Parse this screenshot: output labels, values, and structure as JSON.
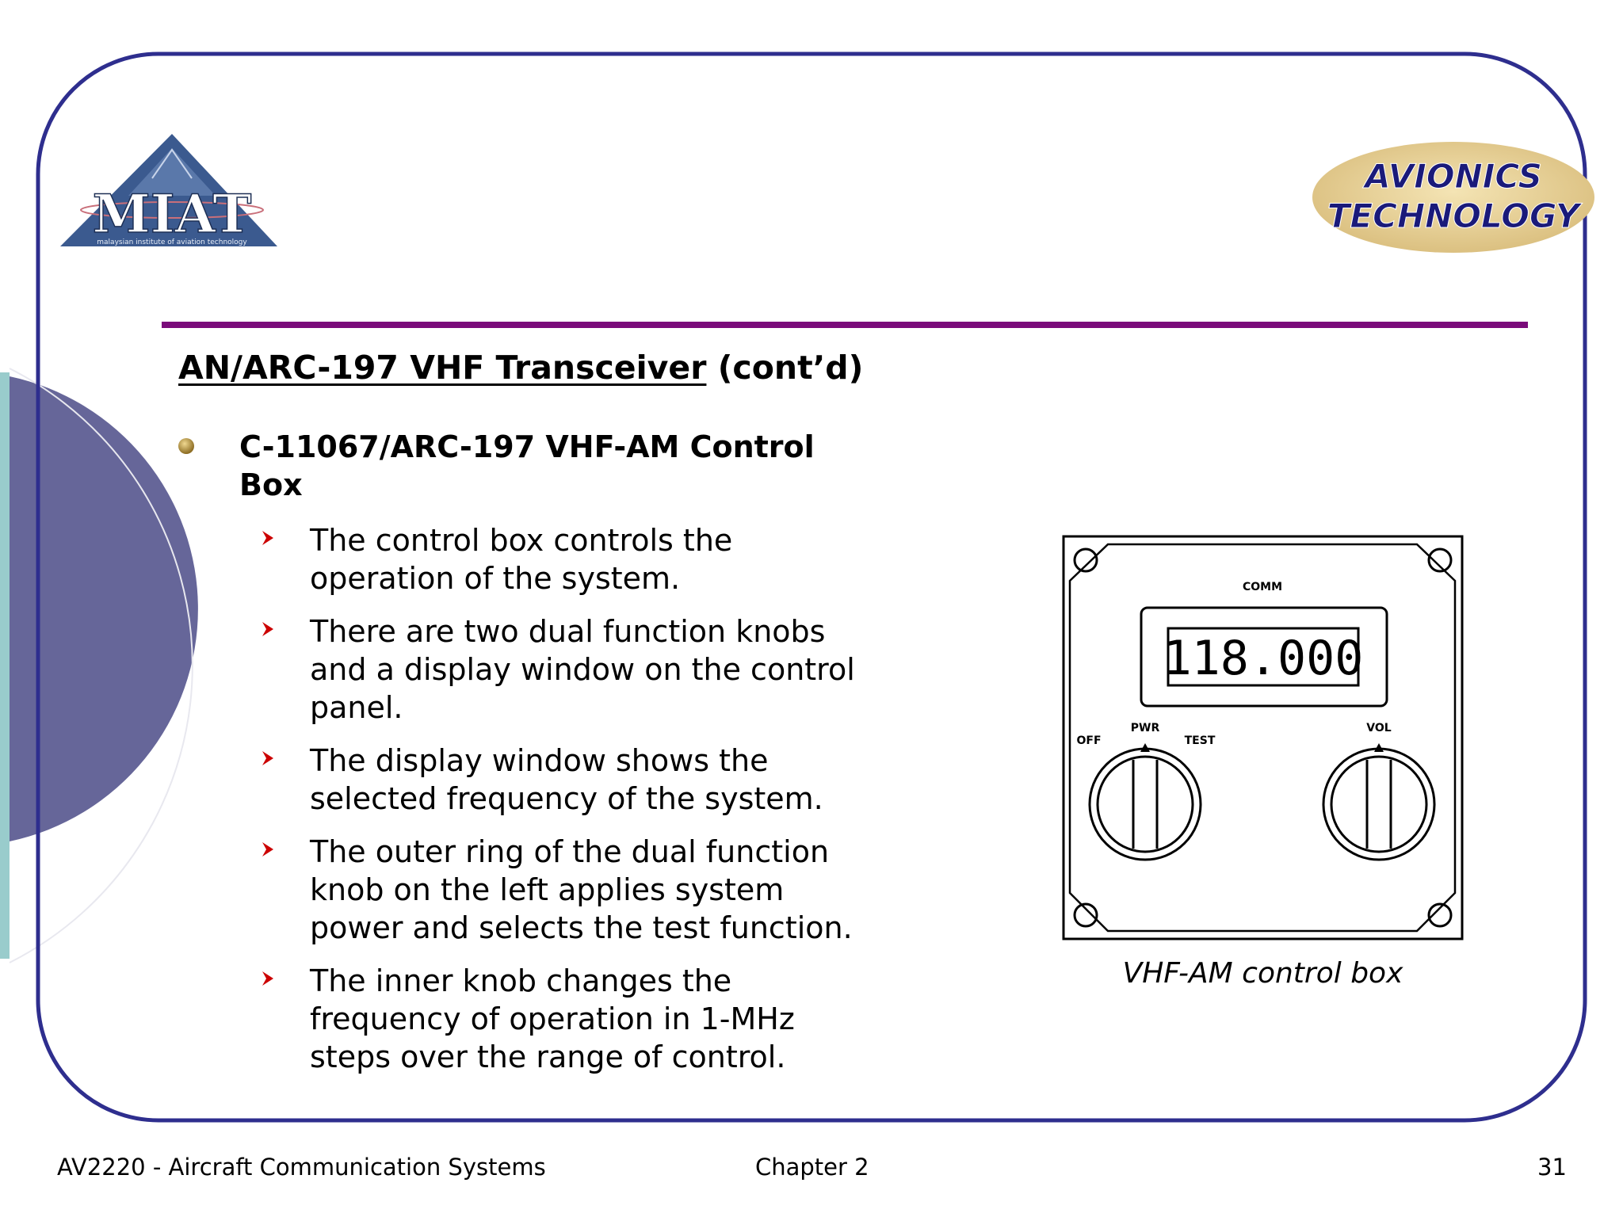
{
  "header": {
    "logo_text": "MIAT",
    "logo_subtext": "malaysian institute of aviation technology",
    "badge_line1": "AVIONICS",
    "badge_line2": "TECHNOLOGY"
  },
  "slide": {
    "title_main": "AN/ARC-197 VHF Transceiver",
    "title_suffix": " (cont’d)",
    "main_bullet": "C-11067/ARC-197 VHF-AM Control Box",
    "sub_bullets": [
      "The control box controls the operation of the system.",
      "There are two dual function knobs and a display window on the control panel.",
      "The display window shows the selected frequency of the system.",
      "The outer ring of the dual function knob on the left applies system power and selects the test function.",
      "The inner knob changes the frequency of operation in 1-MHz steps over the range of control."
    ]
  },
  "figure": {
    "panel_label": "COMM",
    "frequency": "118.000",
    "label_off": "OFF",
    "label_pwr": "PWR",
    "label_test": "TEST",
    "label_vol": "VOL",
    "caption": "VHF-AM control box"
  },
  "footer": {
    "course": "AV2220 - Aircraft Communication Systems",
    "chapter": "Chapter 2",
    "page": "31"
  },
  "colors": {
    "frame": "#2e2e8e",
    "rule": "#7a0b7a",
    "left_circle": "#666699",
    "left_strip": "#99cccc",
    "bullet_arrow": "#cc0000",
    "badge_text": "#1a1a7a"
  }
}
